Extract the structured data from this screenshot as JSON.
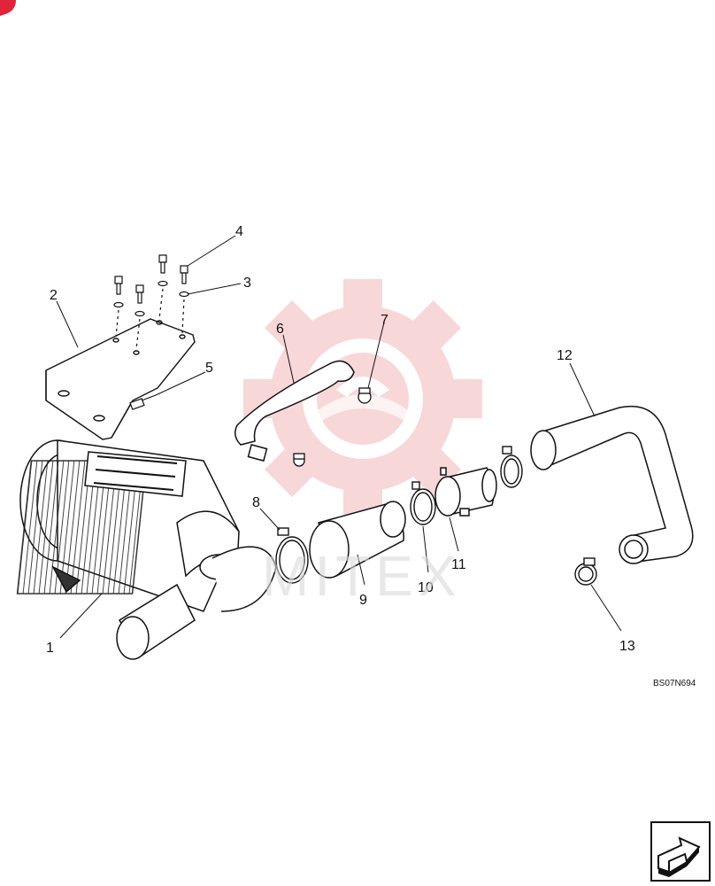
{
  "diagram": {
    "callouts": [
      "1",
      "2",
      "3",
      "4",
      "5",
      "6",
      "7",
      "8",
      "9",
      "10",
      "11",
      "12",
      "13"
    ],
    "drawing_code": "BS07N694"
  },
  "watermark": {
    "text": "MITEX",
    "color": "#f4b7bb"
  },
  "nav_icon": "arrow-next-icon"
}
